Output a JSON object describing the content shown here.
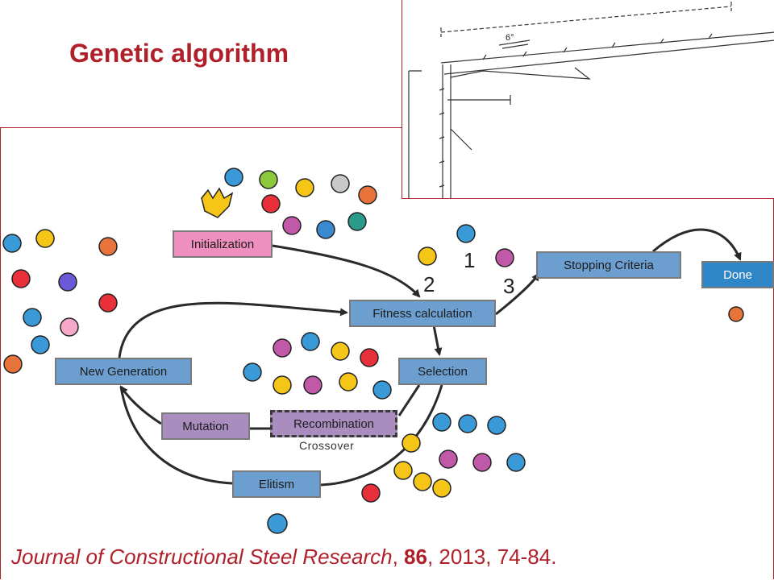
{
  "title": "Genetic algorithm",
  "boxes": {
    "initialization": "Initialization",
    "fitness": "Fitness calculation",
    "stopping": "Stopping Criteria",
    "done": "Done",
    "selection": "Selection",
    "new_generation": "New Generation",
    "mutation": "Mutation",
    "recombination": "Recombination",
    "elitism": "Elitism"
  },
  "crossover_label": "Crossover",
  "ranks": [
    "1",
    "2",
    "3"
  ],
  "inset_label": "6°",
  "citation": {
    "journal": "Journal of Constructional Steel Research",
    "sep1": ", ",
    "volume": "86",
    "rest": ", 2013, 74-84."
  },
  "colors": {
    "accent": "#b0202a",
    "box_blue": "#6c9fcf",
    "box_blue_dark": "#2f86c6",
    "box_pink": "#ef8fbf",
    "box_purple": "#a98dbf"
  }
}
